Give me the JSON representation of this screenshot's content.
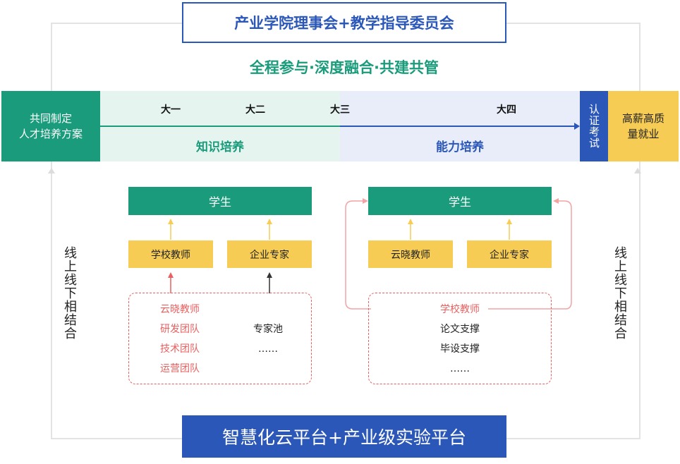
{
  "top_committee": "产业学院理事会+教学指导委员会",
  "motto": "全程参与·深度融合·共建共管",
  "left_plan": [
    "共同制定",
    "人才培养方案"
  ],
  "years": [
    "大一",
    "大二",
    "大三",
    "大四"
  ],
  "stage_knowledge": "知识培养",
  "stage_ability": "能力培养",
  "certification": "认证考试",
  "employment": [
    "高薪高质",
    "量就业"
  ],
  "side_left": "线上线下相结合",
  "side_right": "线上线下相结合",
  "left_block": {
    "student": "学生",
    "teacher_school": "学校教师",
    "teacher_enterprise": "企业专家",
    "red_items": [
      "云晓教师",
      "研发团队",
      "技术团队",
      "运营团队"
    ],
    "dark_items": [
      "专家池",
      "……"
    ]
  },
  "right_block": {
    "student": "学生",
    "teacher_yunxiao": "云晓教师",
    "teacher_enterprise": "企业专家",
    "group_label": "学校教师",
    "items": [
      "论文支撑",
      "毕设支撑",
      "……"
    ]
  },
  "bottom_platform": "智慧化云平台+产业级实验平台",
  "colors": {
    "green": "#1a9b7b",
    "blue": "#2b57b8",
    "yellow": "#f7cc55",
    "light_green": "#e5f4ef",
    "light_blue": "#e8edf9",
    "red": "#e8605f",
    "frame": "#e3e3e3"
  }
}
